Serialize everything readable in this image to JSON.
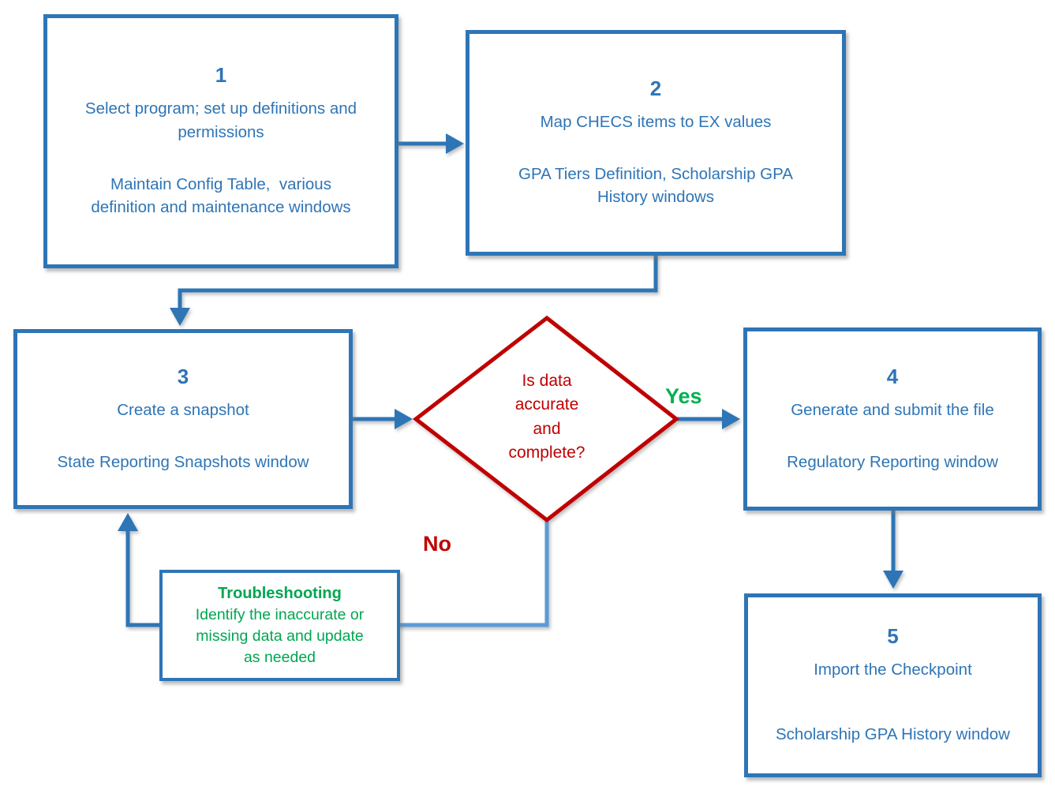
{
  "colors": {
    "primary_blue": "#2E75B6",
    "connector_light_blue": "#5B9BD5",
    "decision_red": "#C00000",
    "yes_green": "#00B050",
    "troubleshooting_green": "#00A651",
    "background": "#FFFFFF"
  },
  "steps": [
    {
      "number": "1",
      "action": "Select program; set up definitions and\npermissions",
      "window": "Maintain Config Table,  various\ndefinition and maintenance windows"
    },
    {
      "number": "2",
      "action": "Map CHECS items to EX values",
      "window": "GPA Tiers Definition, Scholarship GPA\nHistory windows"
    },
    {
      "number": "3",
      "action": "Create a snapshot",
      "window": "State Reporting Snapshots window"
    },
    {
      "number": "4",
      "action": "Generate and submit the file",
      "window": "Regulatory Reporting window"
    },
    {
      "number": "5",
      "action": "Import the Checkpoint",
      "window": "Scholarship GPA History window"
    }
  ],
  "decision": {
    "question": "Is data\naccurate\nand\ncomplete?"
  },
  "branch_labels": {
    "yes": "Yes",
    "no": "No"
  },
  "troubleshooting": {
    "title": "Troubleshooting",
    "text": "Identify the inaccurate or\nmissing data and update\nas needed"
  }
}
